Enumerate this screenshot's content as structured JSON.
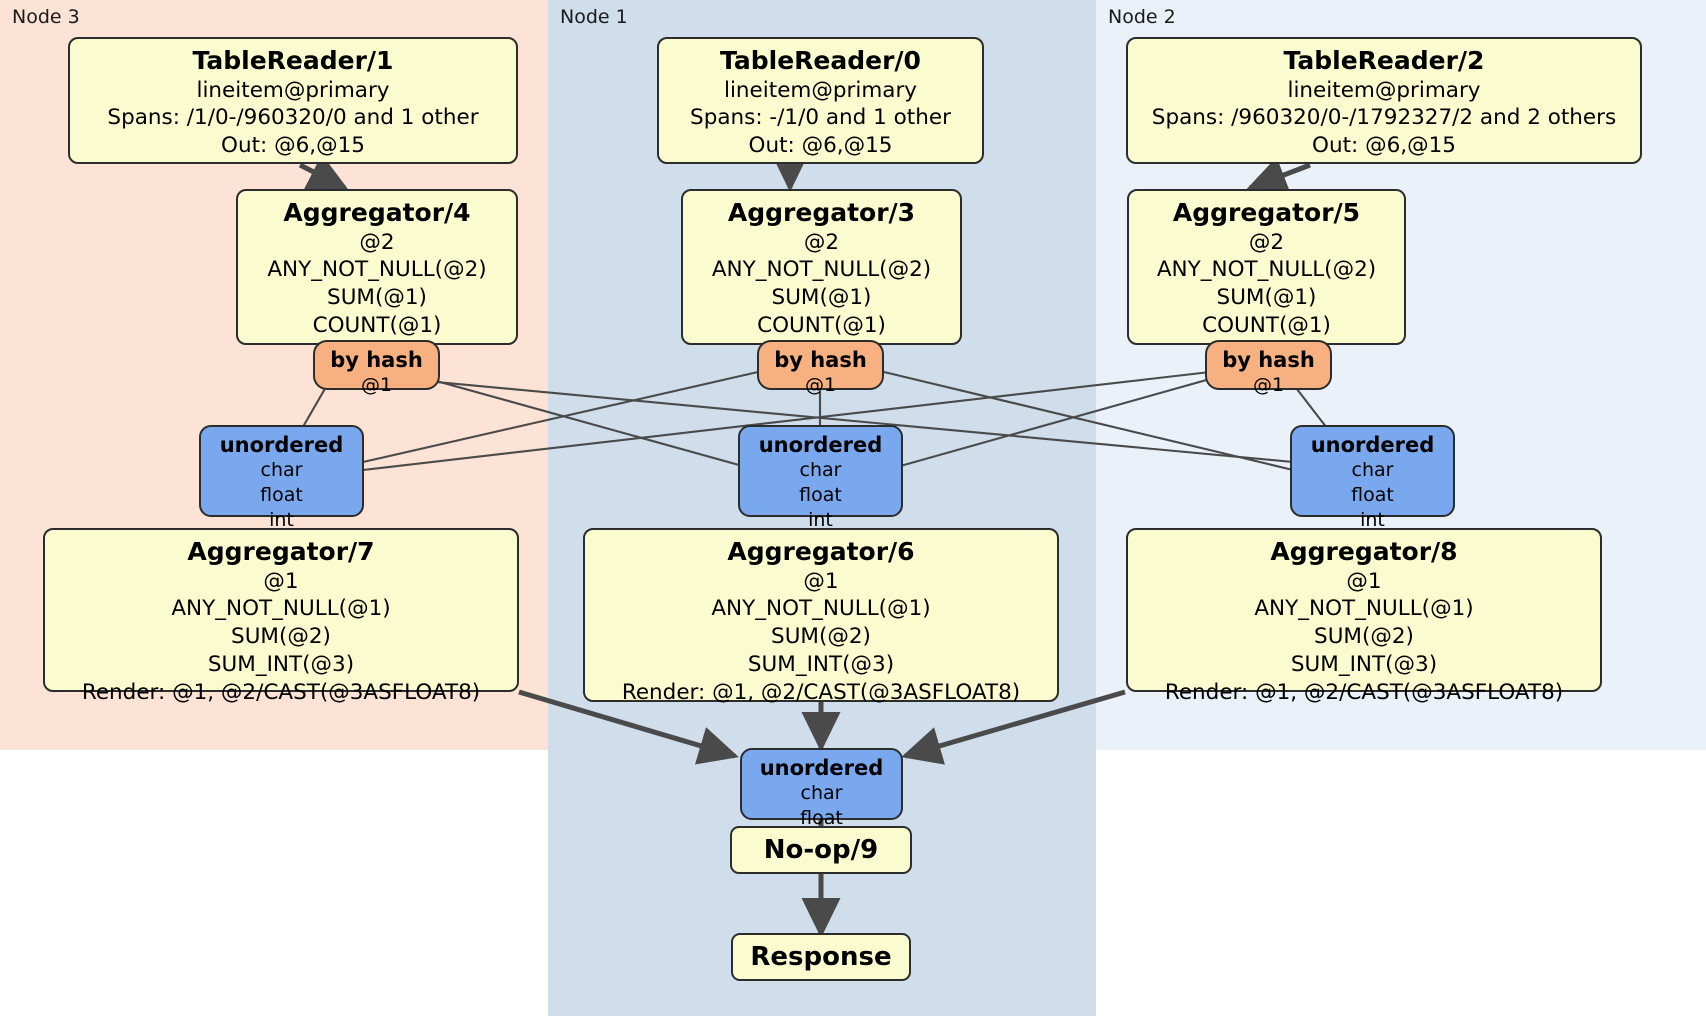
{
  "diagram": {
    "type": "distributed-query-plan",
    "colors": {
      "node3_panel": "#fce3d5",
      "node1_panel": "#cfdeea",
      "node2_panel": "#ebf1f9",
      "processor_box": "#fbfbd0",
      "hash_router": "#f7b080",
      "unordered_router": "#7aa8ef",
      "edge": "#4a4a4a",
      "outline": "#2c2c2c"
    }
  },
  "nodes": {
    "node3": {
      "label": "Node 3"
    },
    "node1": {
      "label": "Node 1"
    },
    "node2": {
      "label": "Node 2"
    }
  },
  "table_readers": {
    "tr1": {
      "title": "TableReader/1",
      "line1": "lineitem@primary",
      "line2": "Spans: /1/0-/960320/0 and 1 other",
      "line3": "Out: @6,@15"
    },
    "tr0": {
      "title": "TableReader/0",
      "line1": "lineitem@primary",
      "line2": "Spans: -/1/0 and 1 other",
      "line3": "Out: @6,@15"
    },
    "tr2": {
      "title": "TableReader/2",
      "line1": "lineitem@primary",
      "line2": "Spans: /960320/0-/1792327/2 and 2 others",
      "line3": "Out: @6,@15"
    }
  },
  "aggregators_stage1": {
    "agg4": {
      "title": "Aggregator/4",
      "line1": "@2",
      "line2": "ANY_NOT_NULL(@2)",
      "line3": "SUM(@1)",
      "line4": "COUNT(@1)"
    },
    "agg3": {
      "title": "Aggregator/3",
      "line1": "@2",
      "line2": "ANY_NOT_NULL(@2)",
      "line3": "SUM(@1)",
      "line4": "COUNT(@1)"
    },
    "agg5": {
      "title": "Aggregator/5",
      "line1": "@2",
      "line2": "ANY_NOT_NULL(@2)",
      "line3": "SUM(@1)",
      "line4": "COUNT(@1)"
    }
  },
  "hash_routers": {
    "h4": {
      "title": "by hash",
      "line1": "@1"
    },
    "h3": {
      "title": "by hash",
      "line1": "@1"
    },
    "h5": {
      "title": "by hash",
      "line1": "@1"
    }
  },
  "unordered_routers": {
    "u7": {
      "title": "unordered",
      "line1": "char",
      "line2": "float",
      "line3": "int"
    },
    "u6": {
      "title": "unordered",
      "line1": "char",
      "line2": "float",
      "line3": "int"
    },
    "u8": {
      "title": "unordered",
      "line1": "char",
      "line2": "float",
      "line3": "int"
    },
    "ufinal": {
      "title": "unordered",
      "line1": "char",
      "line2": "float"
    }
  },
  "aggregators_stage2": {
    "agg7": {
      "title": "Aggregator/7",
      "line1": "@1",
      "line2": "ANY_NOT_NULL(@1)",
      "line3": "SUM(@2)",
      "line4": "SUM_INT(@3)",
      "line5": "Render: @1, @2/CAST(@3ASFLOAT8)"
    },
    "agg6": {
      "title": "Aggregator/6",
      "line1": "@1",
      "line2": "ANY_NOT_NULL(@1)",
      "line3": "SUM(@2)",
      "line4": "SUM_INT(@3)",
      "line5": "Render: @1, @2/CAST(@3ASFLOAT8)"
    },
    "agg8": {
      "title": "Aggregator/8",
      "line1": "@1",
      "line2": "ANY_NOT_NULL(@1)",
      "line3": "SUM(@2)",
      "line4": "SUM_INT(@3)",
      "line5": "Render: @1, @2/CAST(@3ASFLOAT8)"
    }
  },
  "terminals": {
    "noop": {
      "label": "No-op/9"
    },
    "response": {
      "label": "Response"
    }
  }
}
